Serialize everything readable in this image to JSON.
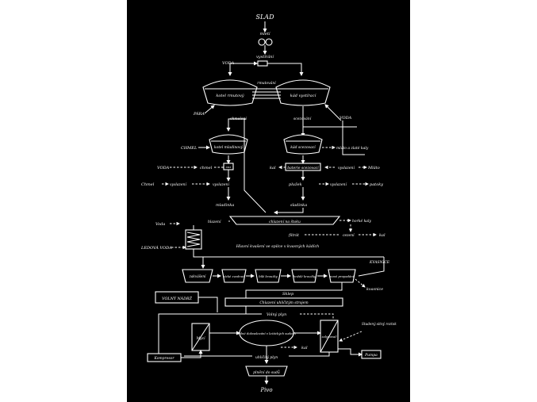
{
  "colors": {
    "background": "#000000",
    "ink": "#ffffff",
    "page_margin": "#ffffff"
  },
  "labels": {
    "slad": "SLAD",
    "mleti": "mletí",
    "vystirani": "vystírání",
    "voda_top": "VODA",
    "kotel_rmutovy": "kotel rmutový",
    "rmutovani": "rmutování",
    "kad_vystiraci": "kád vystírací",
    "para": "PÁRA",
    "chmeleni": "chmelení",
    "scezovani": "scezování",
    "voda_right": "VODA",
    "kotel_mladinovy": "kotel mladinový",
    "chmel": "CHMEL",
    "kad_scezovaci": "kád scezovací",
    "mlato_ctvrte": "mláto a zlaté kaly",
    "voda_left": "VODA",
    "chmel_left": "chmel",
    "cez": "cez",
    "kal": "kal",
    "baterie": "baterie scezovací",
    "vyslazeni": "vyslazení",
    "mlato": "Mláto",
    "chmelovice": "Chmel",
    "vyslazeni2": "vyslazení",
    "vyslazeni3": "vyslazení",
    "pluzek": "plužek",
    "vyslazeni4": "vyslazení",
    "patoky": "patoky",
    "mladinka": "mladinka",
    "sladinka": "sladinka",
    "voda_cool": "Voda",
    "hlazeni": "hlazení",
    "chlazeni_na_stoku": "chlazení na štoku",
    "horke_kaly": "horké kaly",
    "ledova_voda": "LEDOVÁ VODA",
    "filtrat": "filtrát",
    "cezeni": "cezení",
    "kal_right": "kal",
    "hlavni_kvaseni": "Hlavní kvašení ve spilce v kvasných kádích",
    "zakvaseni": "zakvášení",
    "stage2": "nízké zvednutí",
    "stage3": "bílé kroužky",
    "stage4": "hnědé kroužky",
    "stage5": "nové propadání",
    "kvasnice_top": "KVASNICE",
    "kvasnice": "kvasnice",
    "volny_nadrz": "VOLNÝ NÁDRŽ",
    "sklep": "Sklep",
    "chlazeni_sklep": "Chlazení   uhličitým strojem",
    "volny_plyn": "Volný plyn",
    "nadoba": "Volné dokvašování v ležáckých sudech",
    "kal_bottom": "kal",
    "mycka": "Mycí",
    "zalynovac": "zalynovač",
    "kompresor": "Kompresor",
    "uhlicity_plyn": "uhličitý plyn",
    "pumpa": "Pumpa",
    "plneni_do_sudu": "plnění do sudů",
    "pivo": "Pivo",
    "studeny_rostok": "Studený sitný roztok"
  }
}
